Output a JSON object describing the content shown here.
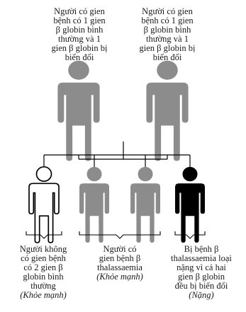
{
  "parents": {
    "left_lines": [
      "Người có gien",
      "bệnh có 1 gien",
      "β globin bình",
      "thường và 1",
      "gien β globin bị",
      "biến đổi"
    ],
    "right_lines": [
      "Người có gien",
      "bệnh có 1 gien",
      "β globin bình",
      "thường và 1",
      "gien β globin bị",
      "biến đổi"
    ]
  },
  "children": [
    {
      "lines": [
        "Người không",
        "có gien bệnh",
        "có 2 gien β",
        "globin bình",
        "thường"
      ],
      "status": "(Khỏe mạnh)"
    },
    {
      "lines": [
        "Người có",
        "gien bệnh β",
        "thalassaemia"
      ],
      "status": "(Khỏe mạnh)"
    },
    {
      "lines": [
        "Bị bệnh β",
        "thalassaemia loại",
        "nặng vì cả hai",
        "gien β globin",
        "đều bị biến đổi"
      ],
      "status": "(Nặng)"
    }
  ],
  "colors": {
    "carrier": "#8c8c8c",
    "affected": "#000000",
    "healthy_fill": "#ffffff",
    "outline": "#000000"
  }
}
